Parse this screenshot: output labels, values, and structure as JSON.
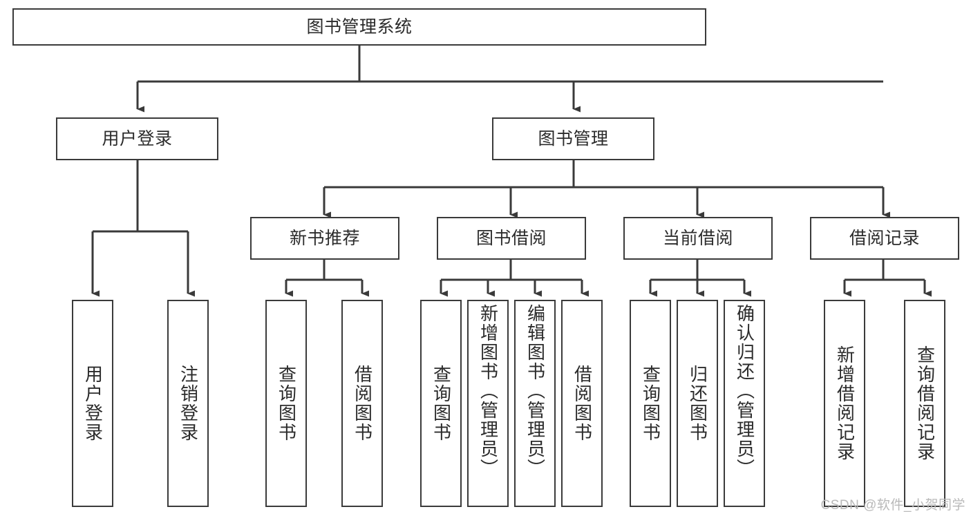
{
  "diagram": {
    "title": "图书管理系统",
    "watermark": "CSDN @软件_小贺同学",
    "colors": {
      "stroke": "#3a3a3a",
      "fill": "#ffffff",
      "text": "#2b2b2b",
      "watermark": "#b9b9b9"
    },
    "levels": {
      "root": {
        "label": "图书管理系统"
      },
      "level2": [
        {
          "label": "用户登录"
        },
        {
          "label": "图书管理"
        }
      ],
      "level3": [
        {
          "label": "新书推荐"
        },
        {
          "label": "图书借阅"
        },
        {
          "label": "当前借阅"
        },
        {
          "label": "借阅记录"
        }
      ],
      "leaves": {
        "user_login": [
          {
            "label": "用户登录"
          },
          {
            "label": "注销登录"
          }
        ],
        "new_book": [
          {
            "label": "查询图书"
          },
          {
            "label": "借阅图书"
          }
        ],
        "book_borrow": [
          {
            "label": "查询图书"
          },
          {
            "label": "新增图书（管理员）"
          },
          {
            "label": "编辑图书（管理员）"
          },
          {
            "label": "借阅图书"
          }
        ],
        "current_borrow": [
          {
            "label": "查询图书"
          },
          {
            "label": "归还图书"
          },
          {
            "label": "确认归还（管理员）"
          }
        ],
        "borrow_record": [
          {
            "label": "新增借阅记录"
          },
          {
            "label": "查询借阅记录"
          }
        ]
      }
    }
  }
}
